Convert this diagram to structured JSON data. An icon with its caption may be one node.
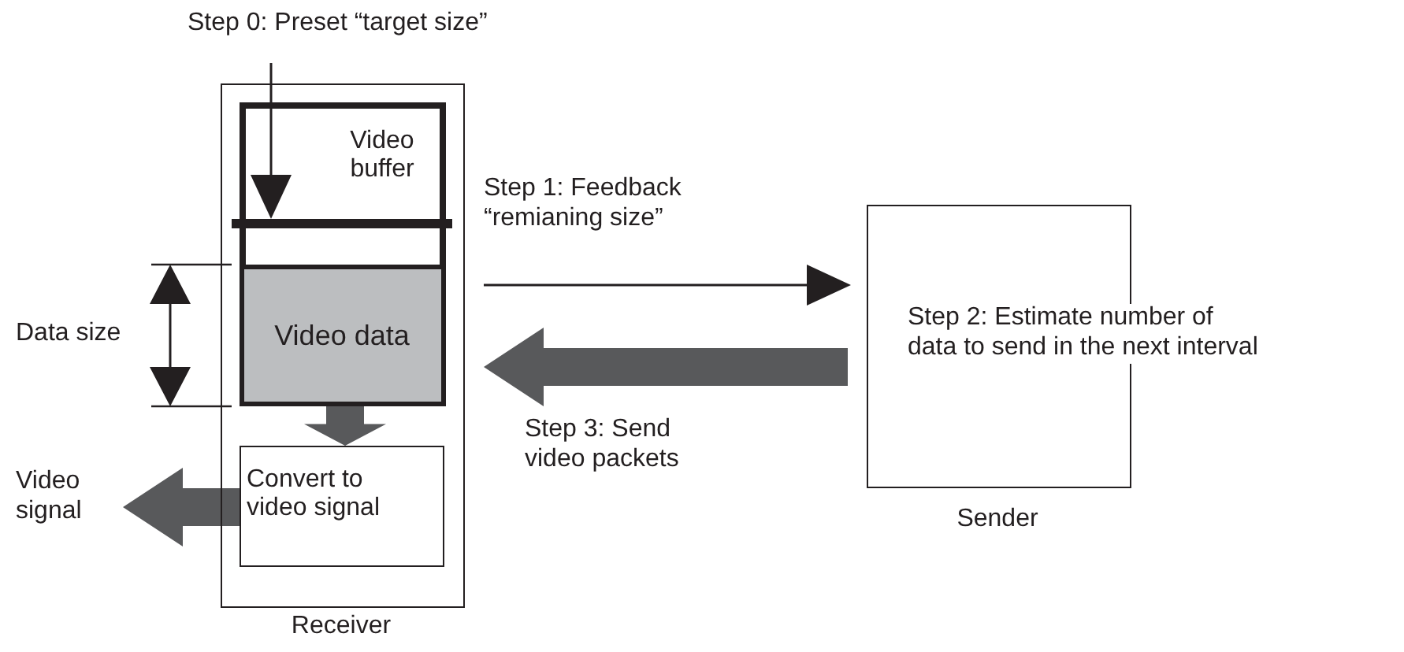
{
  "diagram": {
    "nodes": [
      {
        "text": [
          "Step 0: Preset “target size”"
        ]
      },
      {
        "text": [
          "Receiver"
        ]
      },
      {
        "text": [
          "Video buffer"
        ],
        "in": 1
      },
      {
        "text": [],
        "shape": "bar",
        "in": 2
      },
      {
        "text": [
          "Video data"
        ],
        "in": 2
      },
      {
        "text": [
          "Convert to video signal"
        ],
        "in": 1
      },
      {
        "text": [
          "Video signal"
        ]
      },
      {
        "text": [
          "Step 2: Estimate number of data to send in the next interval",
          "Sender"
        ]
      }
    ],
    "edges": [
      {
        "from": 0,
        "to": 3,
        "arrow": "to"
      },
      {
        "from": 1,
        "to": 7,
        "arrow": "to",
        "label": "Step 1: Feedback “remianing size”"
      },
      {
        "from": 7,
        "to": 1,
        "arrow": "to",
        "label": "Step 3: Send video packets",
        "style": "thick",
        "color": "#58595b"
      },
      {
        "from": 4,
        "to": 5,
        "arrow": "to",
        "style": "thick",
        "color": "#58595b"
      },
      {
        "from": 5,
        "to": 6,
        "arrow": "to",
        "style": "thick",
        "color": "#58595b"
      }
    ],
    "labels": [
      "Data size"
    ]
  }
}
